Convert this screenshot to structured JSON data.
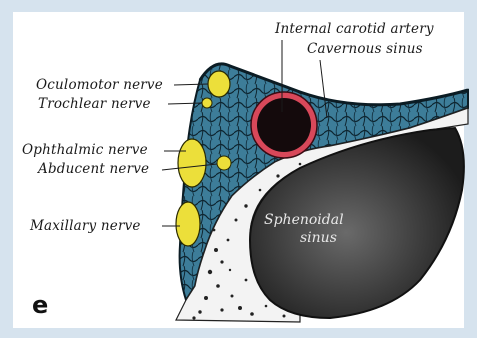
{
  "labels": {
    "internal_carotid": "Internal carotid artery",
    "cavernous_sinus": "Cavernous sinus",
    "oculomotor": "Oculomotor nerve",
    "trochlear": "Trochlear nerve",
    "ophthalmic": "Ophthalmic nerve",
    "abducent": "Abducent nerve",
    "maxillary": "Maxillary nerve",
    "sphenoidal_line1": "Sphenoidal",
    "sphenoidal_line2": "sinus"
  },
  "panel_letter": "e",
  "colors": {
    "sinus_blue": "#3f7f9b",
    "sinus_dark": "#0f2530",
    "nerve_yellow": "#ecdf3a",
    "artery_ring": "#d8485a",
    "artery_lumen": "#140a0c",
    "sphenoid_dark": "#3a3a3a"
  }
}
